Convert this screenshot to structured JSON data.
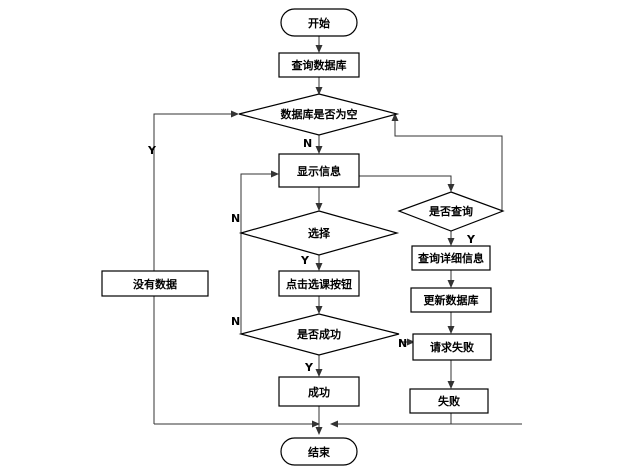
{
  "nodes": {
    "start": "开始",
    "query_db": "查询数据库",
    "db_empty": "数据库是否为空",
    "show_info": "显示信息",
    "select": "选择",
    "click_button": "点击选课按钮",
    "success_check": "是否成功",
    "success": "成功",
    "end": "结束",
    "no_data": "没有数据",
    "is_query": "是否查询",
    "query_detail": "查询详细信息",
    "update_db": "更新数据库",
    "request_fail": "请求失败",
    "fail": "失败"
  },
  "edge_labels": {
    "db_empty_yes": "Y",
    "db_empty_no": "N",
    "select_yes": "Y",
    "select_no": "N",
    "success_yes": "Y",
    "success_no": "N",
    "is_query_yes": "Y",
    "request_fail_in": "N"
  }
}
